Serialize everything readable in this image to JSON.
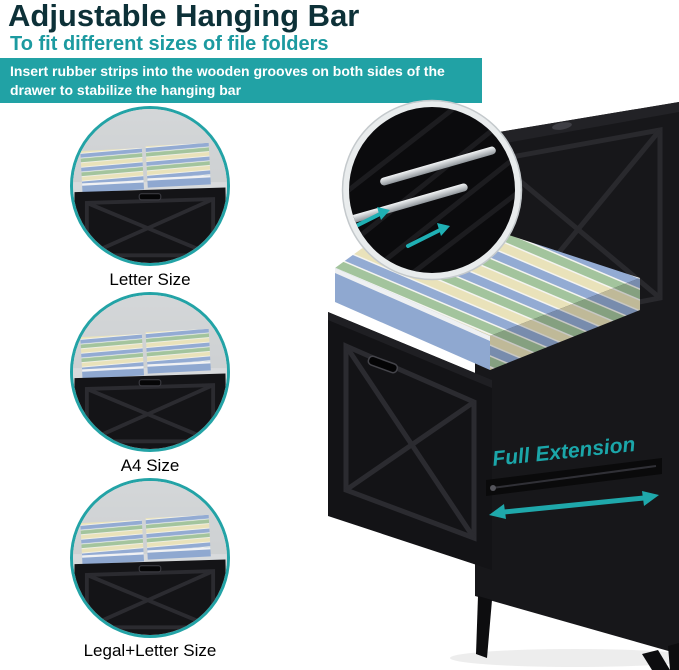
{
  "header": {
    "title": "Adjustable Hanging Bar",
    "subtitle": "To fit different sizes of file folders",
    "description": "Insert rubber strips into the wooden grooves on both sides of the drawer to stabilize the hanging bar"
  },
  "size_options": [
    {
      "label": "Letter Size"
    },
    {
      "label": "A4 Size"
    },
    {
      "label": "Legal+Letter Size"
    }
  ],
  "main_visual": {
    "annotation": "Full Extension"
  },
  "colors": {
    "accent_teal": "#21a2a5",
    "title_dark": "#0d3138",
    "banner_bg": "#21a2a5",
    "banner_text": "#ffffff",
    "cabinet_black": "#141417",
    "folder_blue": "#93abd3",
    "folder_green": "#a3c49d",
    "folder_cream": "#e9e2ba",
    "rubber_strip_silver": "#cfd3d6"
  }
}
